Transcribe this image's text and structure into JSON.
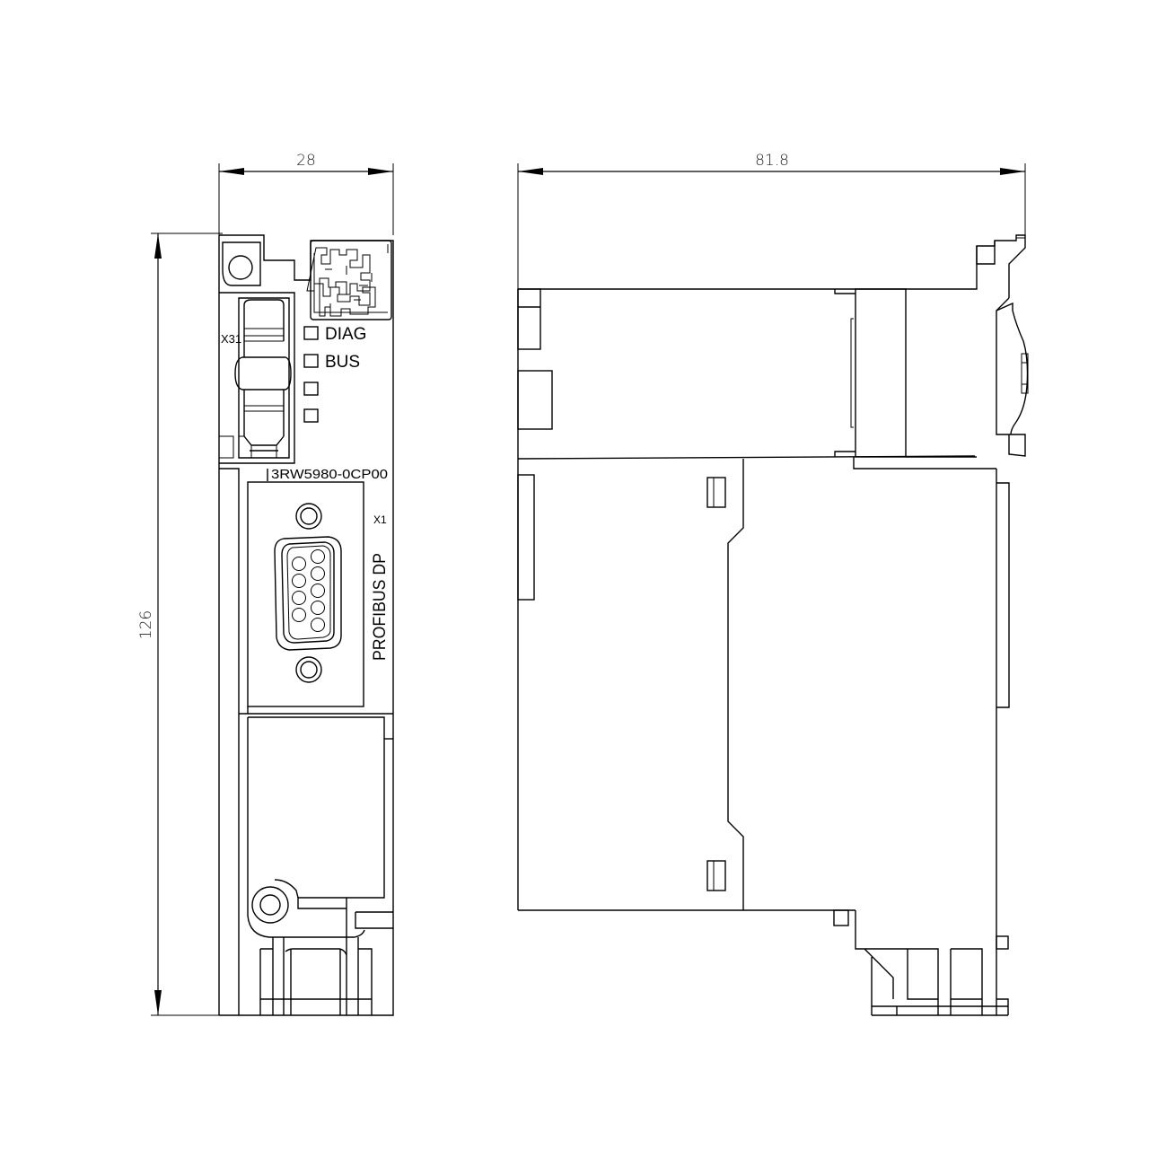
{
  "drawing": {
    "type": "dimensional-drawing",
    "line_color": "#000000",
    "background": "#ffffff"
  },
  "dimensions": {
    "front_width": "28",
    "side_depth": "81.8",
    "height": "126"
  },
  "front_view": {
    "interface_label": "X31",
    "leds": [
      {
        "label": "DIAG"
      },
      {
        "label": "BUS"
      },
      {
        "label": ""
      },
      {
        "label": ""
      }
    ],
    "article_number": "3RW5980-0CP00",
    "connector_label": "X1",
    "bus_label": "PROFIBUS DP",
    "icons": {
      "datamatrix": "datamatrix-code-icon",
      "screw": "screw-icon",
      "sub_d": "sub-d-9-connector-icon"
    }
  },
  "side_view": {
    "label": ""
  }
}
